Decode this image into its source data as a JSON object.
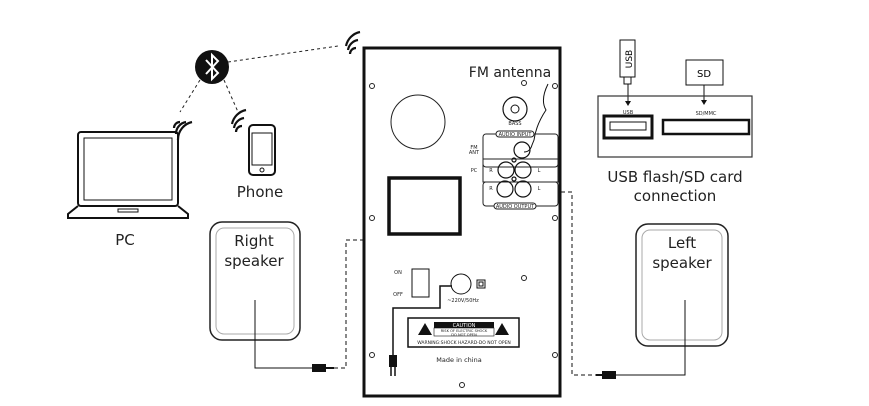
{
  "labels": {
    "pc": "PC",
    "phone": "Phone",
    "right_speaker_1": "Right",
    "right_speaker_2": "speaker",
    "left_speaker_1": "Left",
    "left_speaker_2": "speaker",
    "fm_antenna": "FM antenna",
    "usb_sd_1": "USB flash/SD card",
    "usb_sd_2": "connection",
    "usb_stick": "USB",
    "sd_card": "SD",
    "usb_port": "USB",
    "sd_port": "SD/MMC"
  },
  "panel": {
    "bass": "BASS",
    "audio_input": "AUDIO INPUT",
    "audio_output": "AUDIO OUTPUT",
    "fm_ant_1": "FM",
    "fm_ant_2": "ANT",
    "pc": "PC",
    "r": "R",
    "l": "L",
    "on": "ON",
    "off": "OFF",
    "power_rating": "~220V/50Hz",
    "caution": "CAUTION",
    "caution_line1": "RISK OF ELECTRIC SHOCK",
    "caution_line2": "DO NOT OPEN",
    "warning": "WARNING:SHOCK HAZARD-DO NOT OPEN",
    "made_in": "Made in china"
  },
  "icons": [
    "bluetooth-icon",
    "laptop-icon",
    "smartphone-icon",
    "wireless-signal-icon",
    "usb-stick-icon",
    "sd-card-icon",
    "power-plug-icon",
    "audio-plug-icon",
    "warning-triangle-icon"
  ]
}
